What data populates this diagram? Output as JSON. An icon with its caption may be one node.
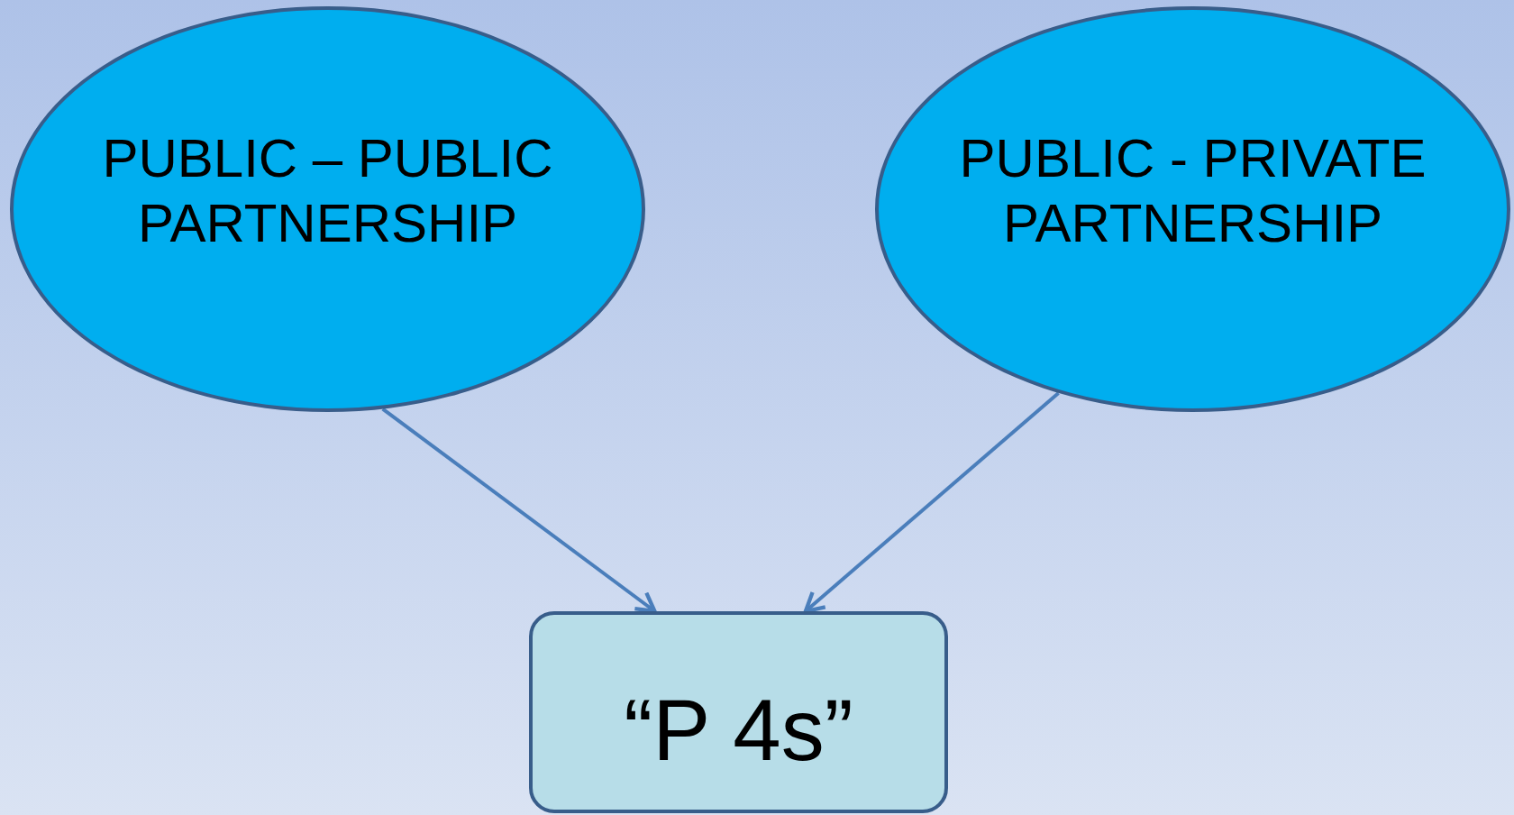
{
  "diagram": {
    "nodes": [
      {
        "text": [
          "PUBLIC – PUBLIC PARTNERSHIP"
        ]
      },
      {
        "text": [
          "PUBLIC - PRIVATE PARTNERSHIP"
        ]
      },
      {
        "text": [
          "“P 4s”"
        ]
      }
    ],
    "edges": [
      {
        "from": 0,
        "to": 2,
        "arrow": "to"
      },
      {
        "from": 1,
        "to": 2,
        "arrow": "to"
      }
    ]
  }
}
